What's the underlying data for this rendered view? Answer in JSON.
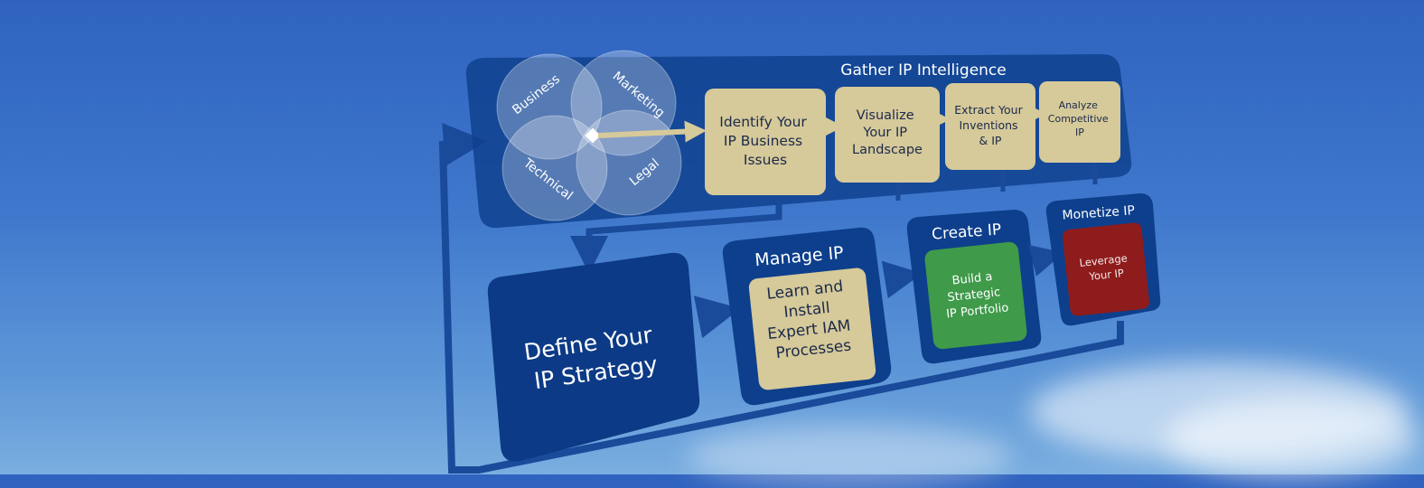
{
  "gather": {
    "title": "Gather IP Intelligence",
    "venn": [
      "Business",
      "Marketing",
      "Technical",
      "Legal"
    ],
    "steps": [
      {
        "lines": [
          "Identify Your",
          "IP Business",
          "Issues"
        ]
      },
      {
        "lines": [
          "Visualize",
          "Your IP",
          "Landscape"
        ]
      },
      {
        "lines": [
          "Extract Your",
          "Inventions",
          "& IP"
        ]
      },
      {
        "lines": [
          "Analyze",
          "Competitive",
          "IP"
        ]
      }
    ]
  },
  "define": {
    "lines": [
      "Define Your",
      "IP Strategy"
    ]
  },
  "manage": {
    "title": "Manage IP",
    "lines": [
      "Learn and",
      "Install",
      "Expert IAM",
      "Processes"
    ]
  },
  "create": {
    "title": "Create IP",
    "lines": [
      "Build a",
      "Strategic",
      "IP Portfolio"
    ]
  },
  "monetize": {
    "title": "Monetize IP",
    "lines": [
      "Leverage",
      "Your IP"
    ]
  },
  "colors": {
    "panel": "#0d3f8c",
    "tan": "#d6c99a",
    "green": "#3f9a4a",
    "red": "#8e1c1c",
    "connector": "#1a4a9a"
  }
}
